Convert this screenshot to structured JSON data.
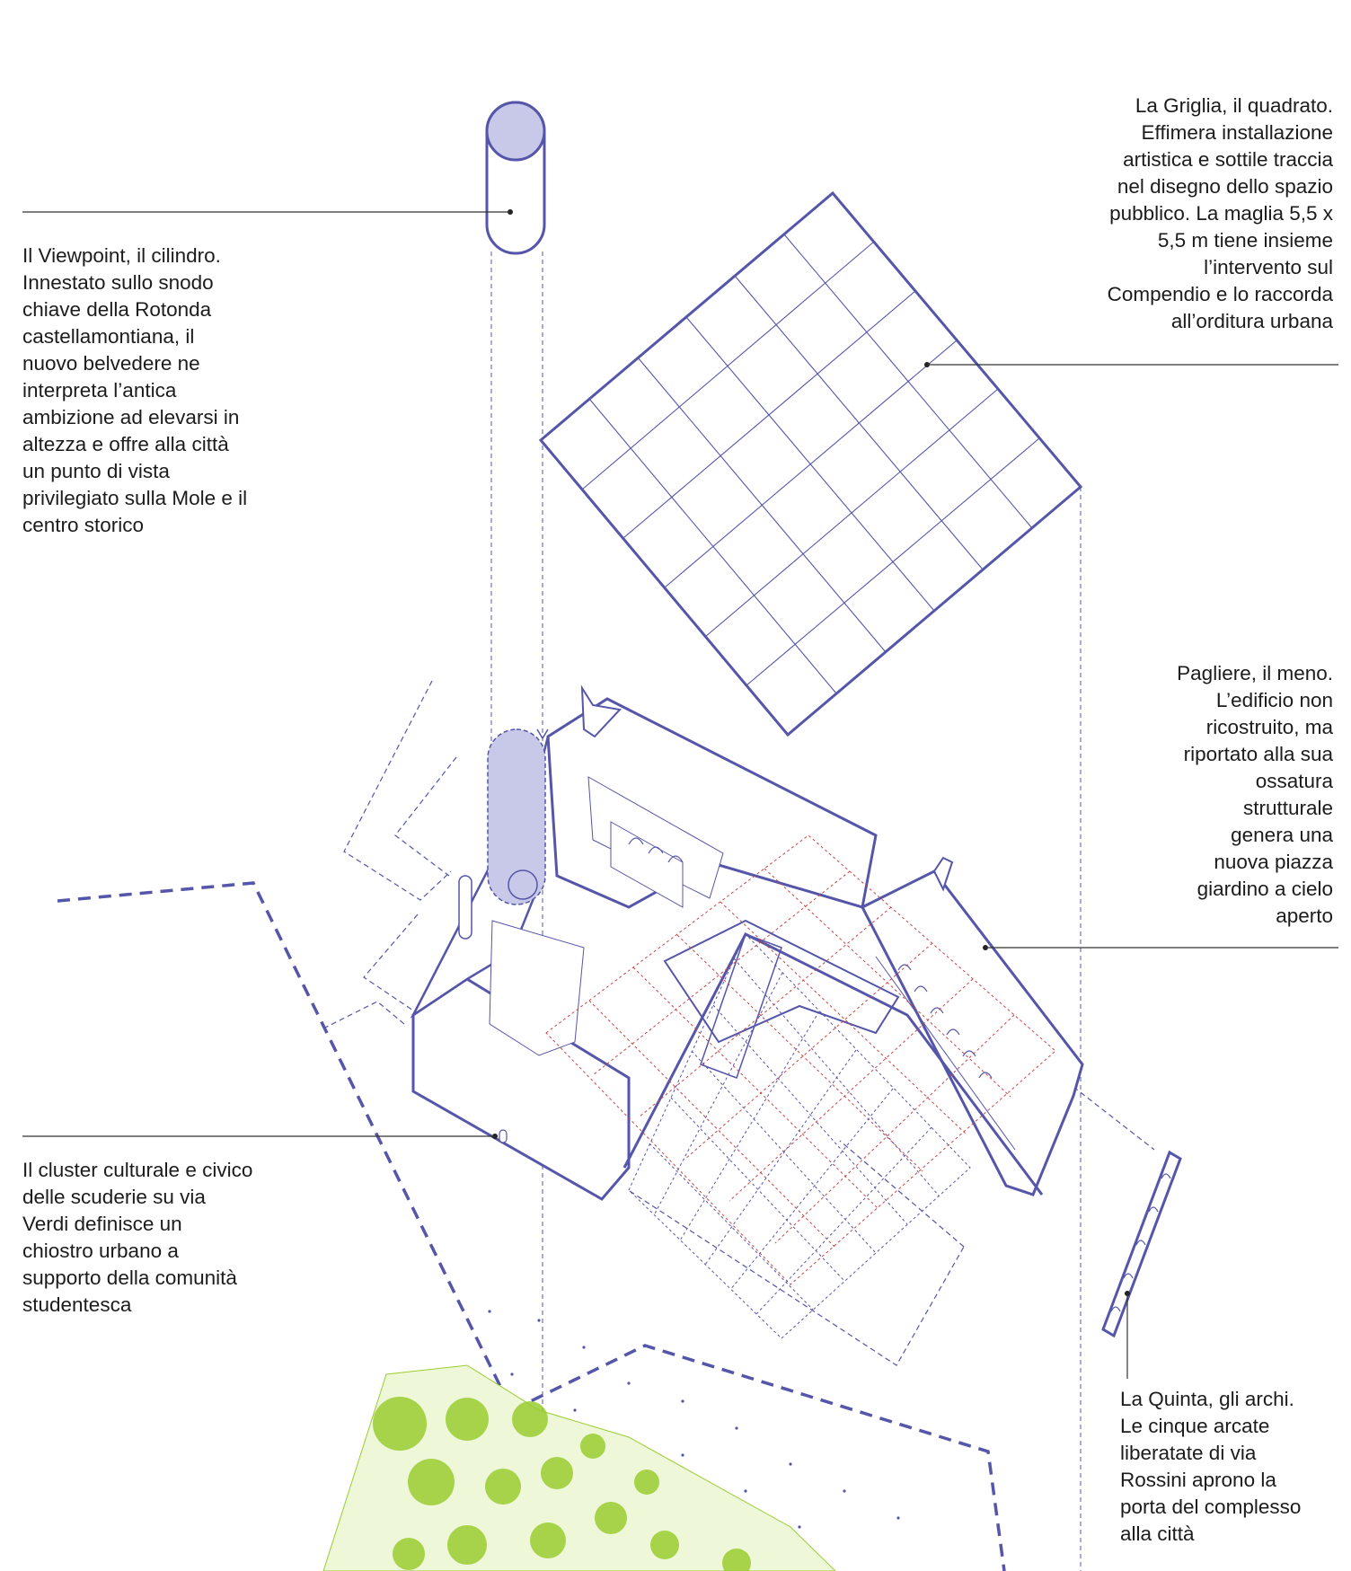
{
  "captions": {
    "viewpoint": "Il Viewpoint, il cilindro.\nInnestato sullo snodo\nchiave della Rotonda\ncastellamontiana, il\nnuovo belvedere ne\ninterpreta l’antica\nambizione ad elevarsi in\naltezza e offre alla città\nun punto di vista\nprivilegiato sulla Mole e il\ncentro storico",
    "griglia": "La Griglia, il quadrato.\nEffimera installazione\nartistica e sottile traccia\nnel disegno dello spazio\npubblico. La maglia 5,5 x\n5,5 m tiene insieme\nl’intervento sul\nCompendio e lo raccorda\nall’orditura urbana",
    "pagliere": "Pagliere, il meno.\nL’edificio non\nricostruito, ma\nriportato alla sua\nossatura\nstrutturale\ngenera una\nnuova piazza\ngiardino a cielo\naperto",
    "cluster": "Il cluster culturale e civico\ndelle scuderie su via\nVerdi definisce un\nchiostro urbano a\nsupporto della comunità\nstudentesca",
    "quinta": "La Quinta, gli archi.\nLe cinque arcate\nliberatate di via\nRossini aprono la\nporta del complesso\nalla città"
  },
  "colors": {
    "structure": "#5555aa",
    "fill": "#c8c8e8",
    "red_grid": "#cc4444",
    "green": "#9acd32",
    "text": "#1c1c1c",
    "leader": "#333333"
  }
}
